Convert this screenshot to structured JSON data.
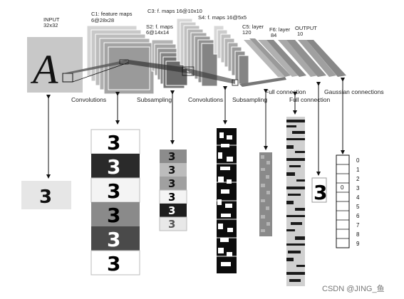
{
  "network": {
    "input_label": "INPUT",
    "input_size": "32x32",
    "c1_label": "C1: feature maps",
    "c1_size": "6@28x28",
    "s2_label": "S2: f. maps",
    "s2_size": "6@14x14",
    "c3_label": "C3: f. maps 16@10x10",
    "s4_label": "S4: f. maps 16@5x5",
    "c5_label": "C5: layer",
    "c5_size": "120",
    "f6_label": "F6: layer",
    "f6_size": "84",
    "output_label": "OUTPUT",
    "output_size": "10"
  },
  "stages": {
    "convolutions_1": "Convolutions",
    "subsampling_1": "Subsampling",
    "convolutions_2": "Convolutions",
    "subsampling_2": "Subsampling",
    "full_connection_1": "Full connection",
    "full_connection_2": "Full connection",
    "gaussian_connections": "Gaussian connections"
  },
  "input_sample_digit": "3",
  "input_letter": "A",
  "c1_map_digits": [
    "3",
    "3",
    "3",
    "3",
    "3",
    "3"
  ],
  "s2_map_digits": [
    "3",
    "3",
    "3",
    "3",
    "3",
    "3"
  ],
  "output_digit": "3",
  "output_classes": [
    "0",
    "1",
    "2",
    "3",
    "4",
    "5",
    "6",
    "7",
    "8",
    "9"
  ],
  "output_active_value": "0",
  "watermark": "CSDN @JING_鱼"
}
